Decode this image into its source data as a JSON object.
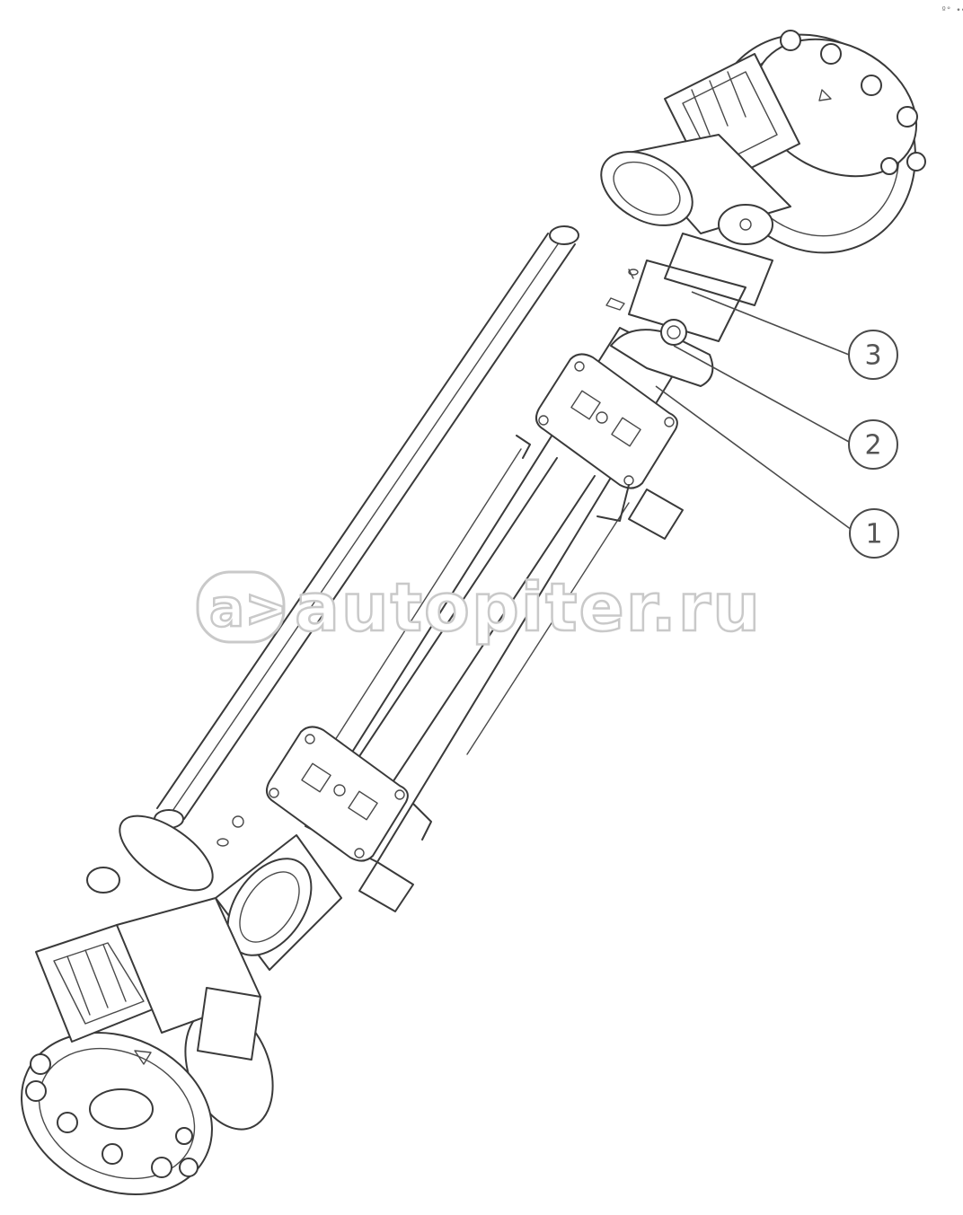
{
  "diagram": {
    "callouts": [
      {
        "label": "3"
      },
      {
        "label": "2"
      },
      {
        "label": "1"
      }
    ]
  },
  "watermark": {
    "logo_text": "a>",
    "site_text": "autopiter.ru"
  },
  "corner_mark": "º° •••"
}
